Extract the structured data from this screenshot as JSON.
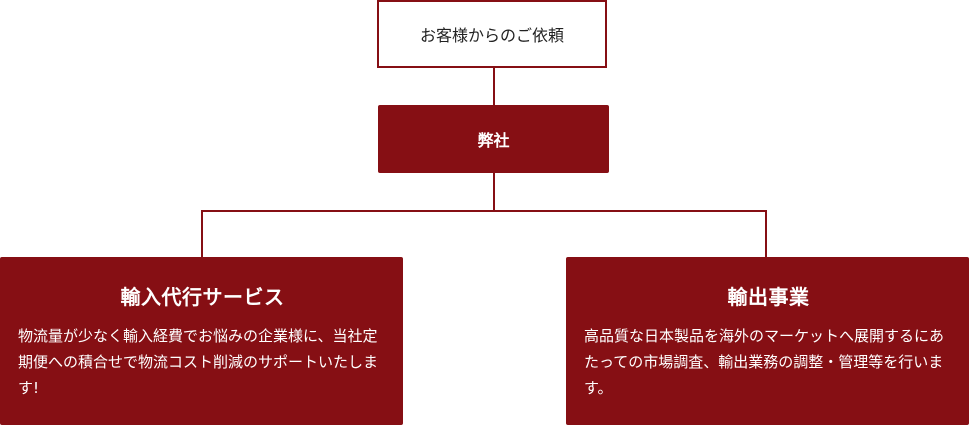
{
  "diagram": {
    "top_node": {
      "label": "お客様からのご依頼"
    },
    "middle_node": {
      "label": "弊社"
    },
    "branches": [
      {
        "title": "輸入代行サービス",
        "description": "物流量が少なく輸入経費でお悩みの企業様に、当社定期便への積合せで物流コスト削減のサポートいたします!"
      },
      {
        "title": "輸出事業",
        "description": "高品質な日本製品を海外のマーケットへ展開するにあたっての市場調査、輸出業務の調整・管理等を行います。"
      }
    ],
    "colors": {
      "primary": "#860f14",
      "text_dark": "#222222",
      "text_light": "#ffffff",
      "background": "#ffffff"
    }
  }
}
